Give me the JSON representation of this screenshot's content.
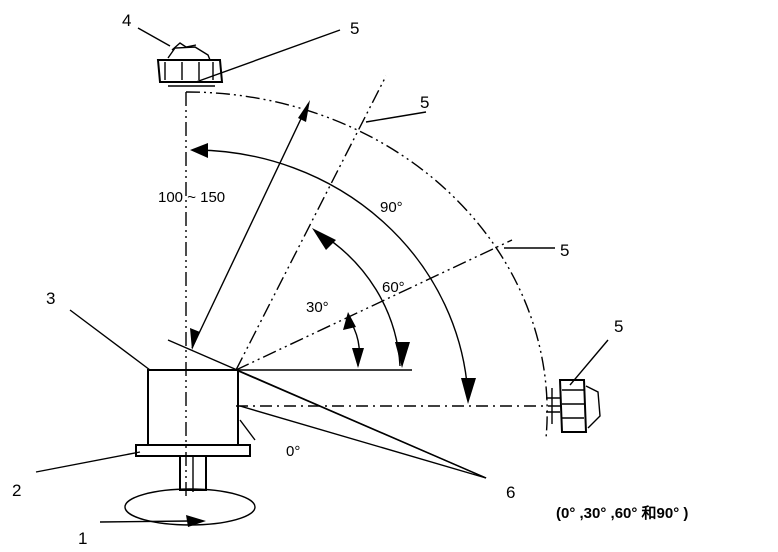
{
  "diagram": {
    "callouts": {
      "c1": "1",
      "c2": "2",
      "c3": "3",
      "c4": "4",
      "c5a": "5",
      "c5b": "5",
      "c5c": "5",
      "c5d": "5",
      "c6": "6"
    },
    "angles": {
      "a0": "0°",
      "a30": "30°",
      "a60": "60°",
      "a90": "90°"
    },
    "dimension": "100 ~ 150",
    "caption": "(0° ,30° ,60°  和90°  )"
  }
}
